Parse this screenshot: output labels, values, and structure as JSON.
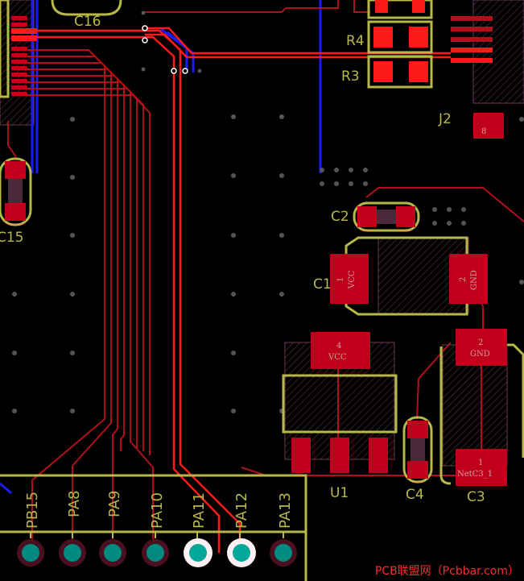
{
  "designators": {
    "c16_top": "C16",
    "c15": "C15",
    "r4": "R4",
    "r3": "R3",
    "j2": "J2",
    "c2": "C2",
    "c1": "C1",
    "u1": "U1",
    "c4": "C4",
    "c3": "C3"
  },
  "pad_labels": {
    "c1_pin": "1",
    "c1_net": "VCC",
    "c2_pin": "2",
    "c2_net": "GND",
    "u1_pin": "4",
    "u1_net": "VCC",
    "c3_top_pin": "2",
    "c3_top_net": "GND",
    "c3_bot_pin": "1",
    "c3_bot_net": "NetC3_1",
    "j2_pin": "8"
  },
  "header_pins": [
    "PB15",
    "PA8",
    "PA9",
    "PA10",
    "PA11",
    "PA12",
    "PA13"
  ],
  "watermark": "PCB联盟网（Pcbbar.com）",
  "colors": {
    "top_copper": "#ff1a1a",
    "pad": "#c0001a",
    "bottom_copper": "#1a1aff",
    "silkscreen": "#b8b84a",
    "board": "#000000",
    "through_hole": "#00a89a"
  }
}
